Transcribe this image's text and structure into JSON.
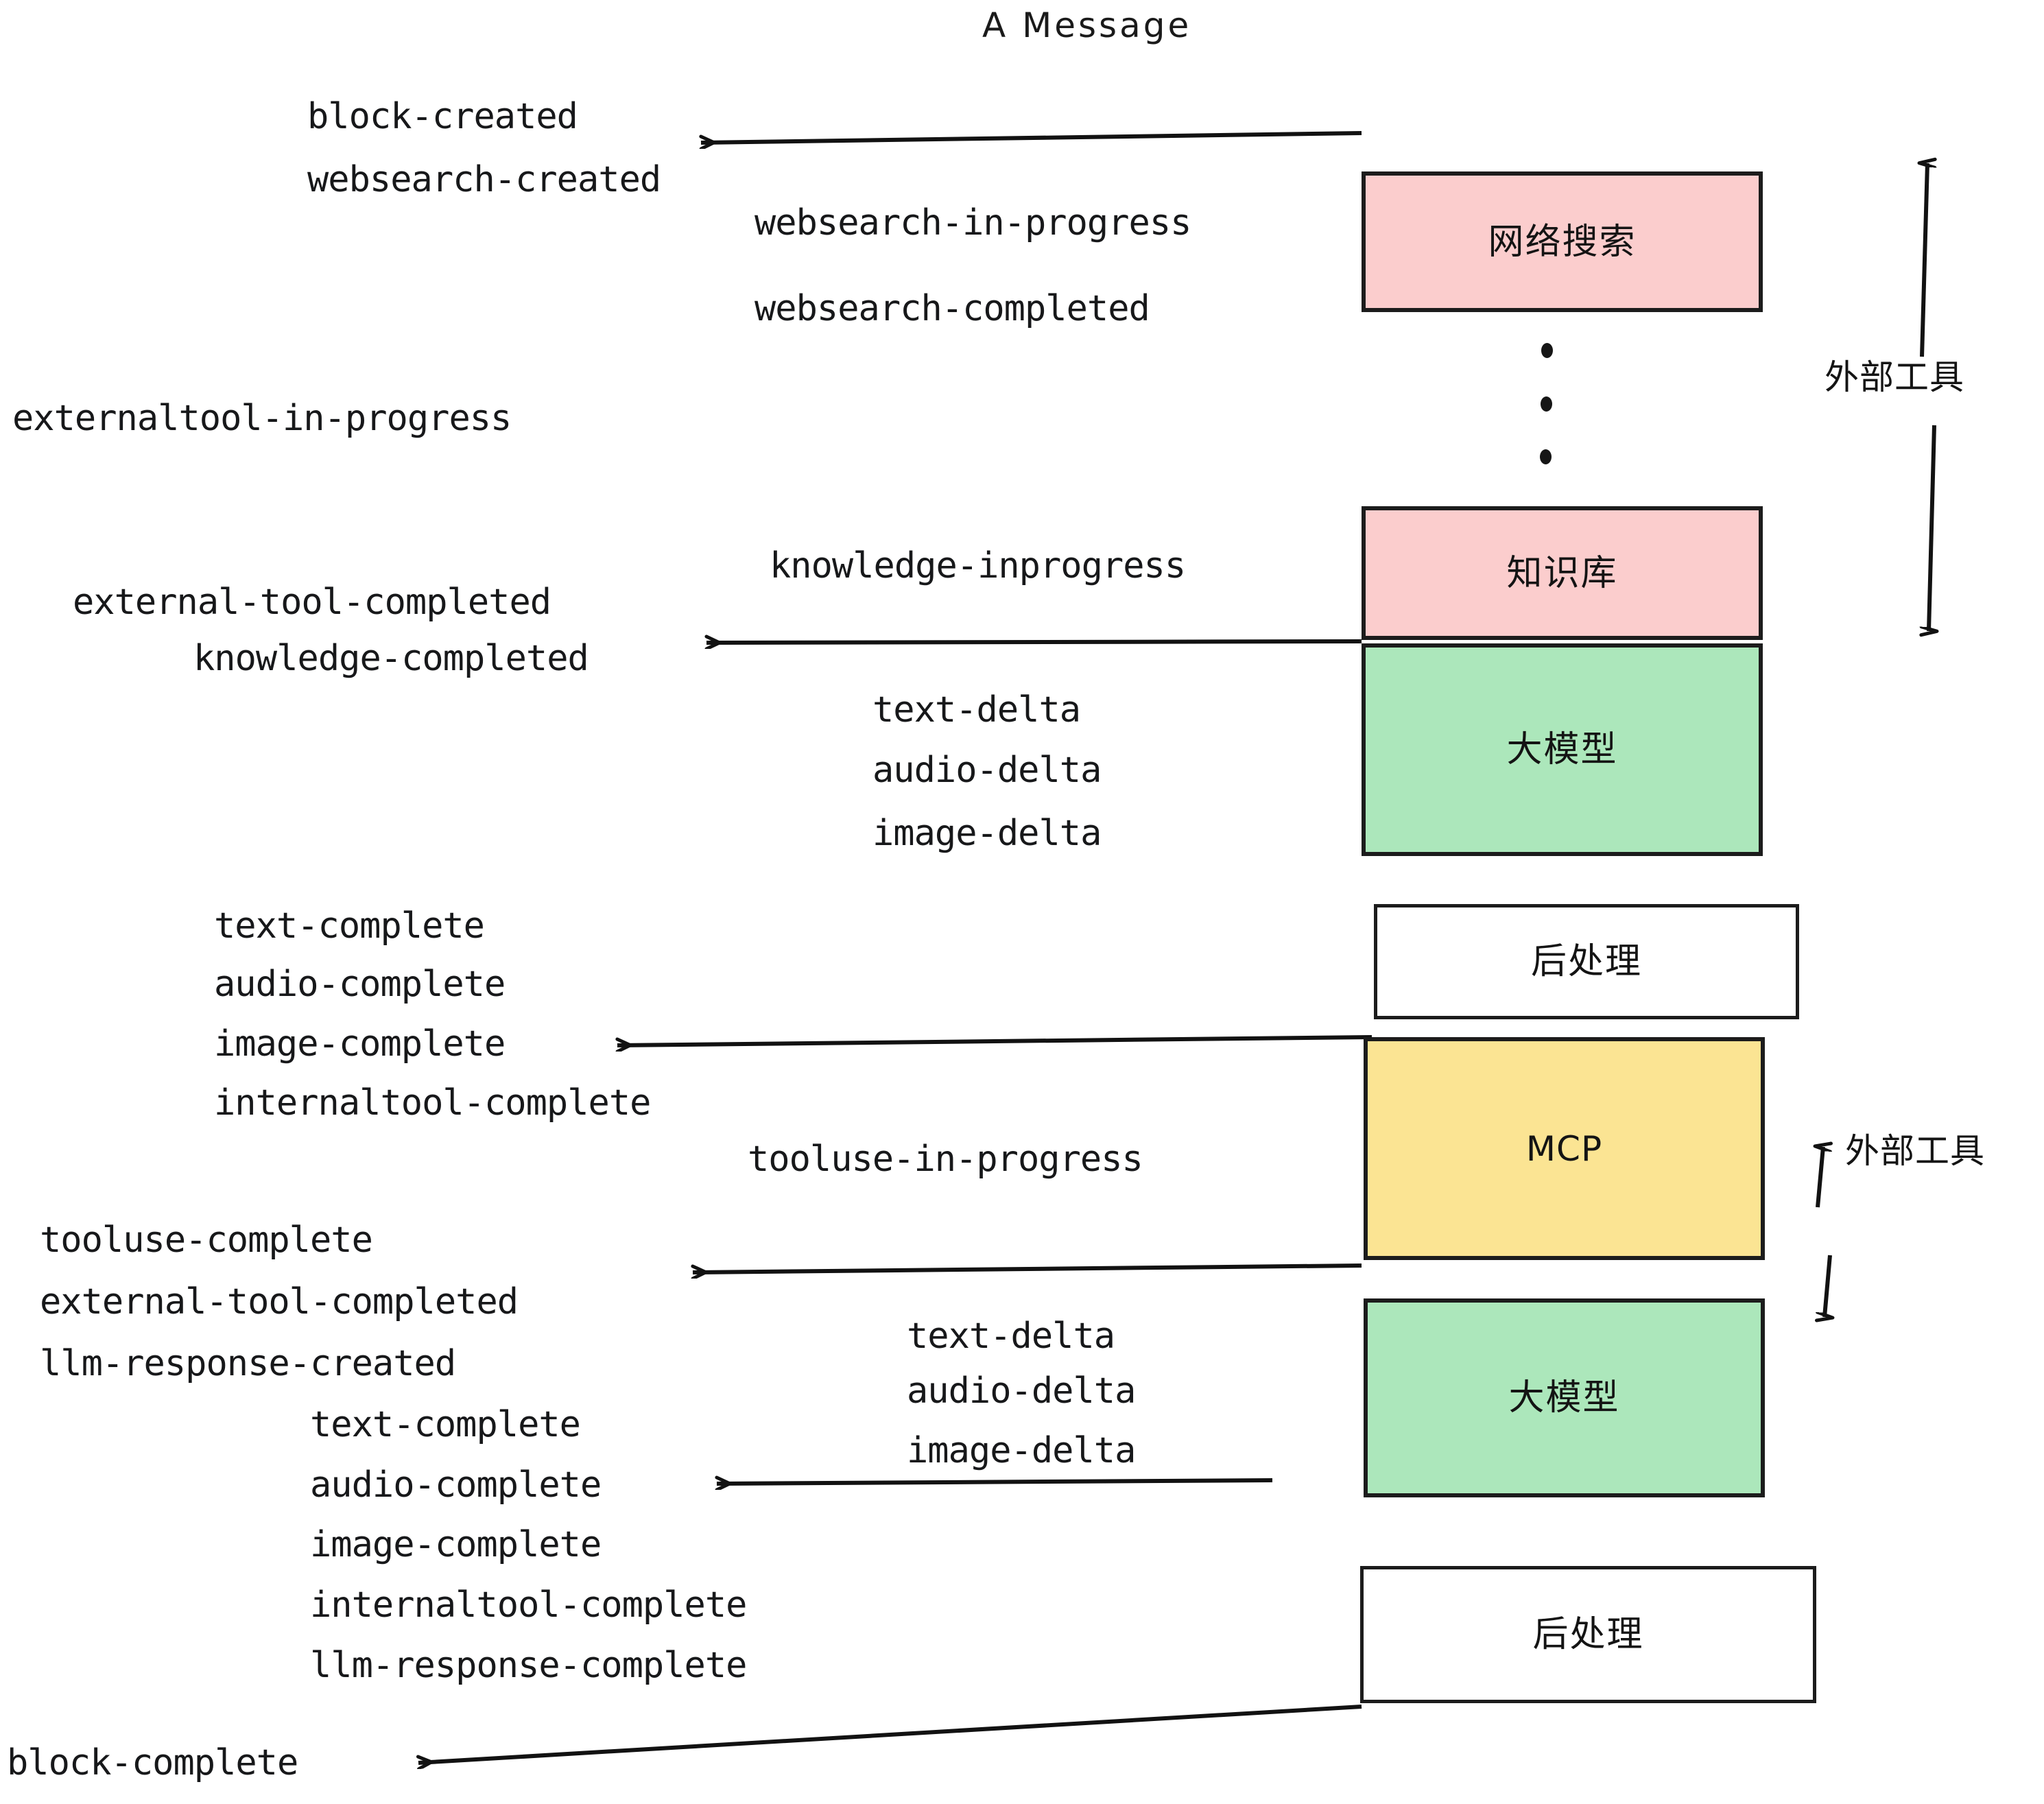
{
  "title": "A Message",
  "boxes": [
    {
      "id": "websearch",
      "label": "网络搜索",
      "color": "pink"
    },
    {
      "id": "knowledge",
      "label": "知识库",
      "color": "pink"
    },
    {
      "id": "llm-top",
      "label": "大模型",
      "color": "green"
    },
    {
      "id": "postprocess-top",
      "label": "后处理",
      "color": "white"
    },
    {
      "id": "mcp",
      "label": "MCP",
      "color": "yellow"
    },
    {
      "id": "llm-bottom",
      "label": "大模型",
      "color": "green"
    },
    {
      "id": "postprocess-bottom",
      "label": "后处理",
      "color": "white"
    }
  ],
  "side_labels": [
    {
      "id": "external-tools-top",
      "label": "外部工具"
    },
    {
      "id": "external-tools-bottom",
      "label": "外部工具"
    }
  ],
  "events": {
    "block_created": "block-created",
    "websearch_created": "websearch-created",
    "websearch_in_progress": "websearch-in-progress",
    "websearch_completed": "websearch-completed",
    "externaltool_in_progress": "externaltool-in-progress",
    "knowledge_inprogress": "knowledge-inprogress",
    "external_tool_completed_1": "external-tool-completed",
    "knowledge_completed": "knowledge-completed",
    "text_delta_1": "text-delta",
    "audio_delta_1": "audio-delta",
    "image_delta_1": "image-delta",
    "text_complete_1": "text-complete",
    "audio_complete_1": "audio-complete",
    "image_complete_1": "image-complete",
    "internaltool_complete_1": "internaltool-complete",
    "tooluse_in_progress": "tooluse-in-progress",
    "tooluse_complete": "tooluse-complete",
    "external_tool_completed_2": "external-tool-completed",
    "llm_response_created": "llm-response-created",
    "text_delta_2": "text-delta",
    "audio_delta_2": "audio-delta",
    "image_delta_2": "image-delta",
    "text_complete_2": "text-complete",
    "audio_complete_2": "audio-complete",
    "image_complete_2": "image-complete",
    "internaltool_complete_2": "internaltool-complete",
    "llm_response_complete": "llm-response-complete",
    "block_complete": "block-complete"
  },
  "colors": {
    "pink": "#fbcdcd",
    "green": "#ace7bb",
    "yellow": "#fbe493",
    "white": "#ffffff",
    "stroke": "#1c1c1c",
    "text": "#17181a",
    "background": "#ffffff"
  }
}
